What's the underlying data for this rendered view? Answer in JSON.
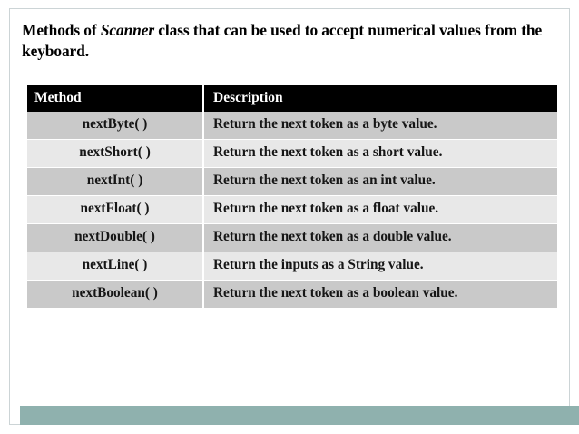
{
  "slide": {
    "title": {
      "before": "Methods of ",
      "emphasis": "Scanner",
      "after": " class that can be used to accept numerical values from the keyboard."
    },
    "accent_color": "#8fb1ae",
    "header_bg": "#000000",
    "row_alt_colors": [
      "#c9c9c9",
      "#e8e8e8"
    ]
  },
  "table": {
    "columns": [
      "Method",
      "Description"
    ],
    "rows": [
      {
        "method": "nextByte( )",
        "description": "Return the next token as a byte value."
      },
      {
        "method": "nextShort( )",
        "description": "Return the next token as a short value."
      },
      {
        "method": "nextInt( )",
        "description": "Return the next token as an int value."
      },
      {
        "method": "nextFloat( )",
        "description": "Return the next token as a float value."
      },
      {
        "method": "nextDouble( )",
        "description": "Return the next token as a double value."
      },
      {
        "method": "nextLine( )",
        "description": "Return the inputs as a String value."
      },
      {
        "method": "nextBoolean( )",
        "description": "Return the next token as a boolean value."
      }
    ]
  }
}
